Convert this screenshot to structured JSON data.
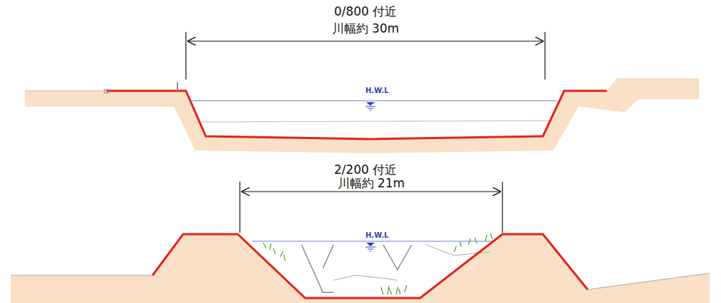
{
  "diagram": {
    "labels": [
      "0/800 付近",
      "川幅約 30m",
      "H.W.L",
      "2/200 付近",
      "川幅約 21m",
      "H.W.L"
    ]
  }
}
